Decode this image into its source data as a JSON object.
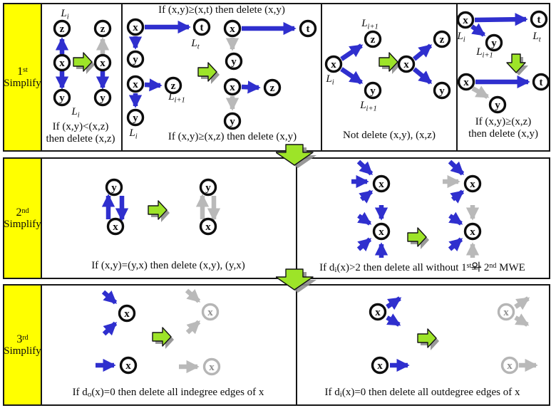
{
  "glyphs": {
    "x": "x",
    "y": "y",
    "z": "z",
    "t": "t"
  },
  "sub_labels": {
    "L": "L",
    "i": "i",
    "i_plus_1": "i+1",
    "t": "t"
  },
  "palette": {
    "edge_blue": "#2F2FCE",
    "edge_deleted_gray": "#B9B9B9",
    "transform_green": "#9DE428",
    "shadow_gray": "#8E8E8E",
    "row_label_yellow": "#FFFF00",
    "border_black": "#161616"
  },
  "rows": [
    {
      "label": {
        "num": "1",
        "sup": "st",
        "word": "Simplify"
      },
      "panel_a": {
        "caption_line1": "If (x,y)<(x,z)",
        "caption_line2": "then delete (x,z)"
      },
      "panel_b": {
        "caption_top": "If (x,y)≥(x,t) then delete (x,y)",
        "caption_bottom": "If (x,y)≥(x,z) then delete (x,y)"
      },
      "panel_c": {
        "caption": "Not delete (x,y), (x,z)"
      },
      "panel_d": {
        "caption_line1": "If (x,y)≥(x,z)",
        "caption_line2": "then delete (x,y)"
      }
    },
    {
      "label": {
        "num": "2",
        "sup": "nd",
        "word": "Simplify"
      },
      "panel_left": {
        "caption": "If (x,y)=(y,x) then delete (x,y), (y,x)"
      },
      "panel_right": {
        "caption_p1": "If d",
        "caption_sub1": "i",
        "caption_p2": "(x)>2 then delete all without 1",
        "caption_sup1": "st",
        "caption_strike": "와",
        "caption_p3": " 2",
        "caption_sup2": "nd",
        "caption_p4": " MWE"
      }
    },
    {
      "label": {
        "num": "3",
        "sup": "rd",
        "word": "Simplify"
      },
      "panel_left": {
        "caption_p1": "If d",
        "caption_sub1": "o",
        "caption_p2": "(x)=0 then delete all indegree edges of x"
      },
      "panel_right": {
        "caption_p1": "If d",
        "caption_sub1": "i",
        "caption_p2": "(x)=0 then delete all outdegree edges of x"
      }
    }
  ]
}
